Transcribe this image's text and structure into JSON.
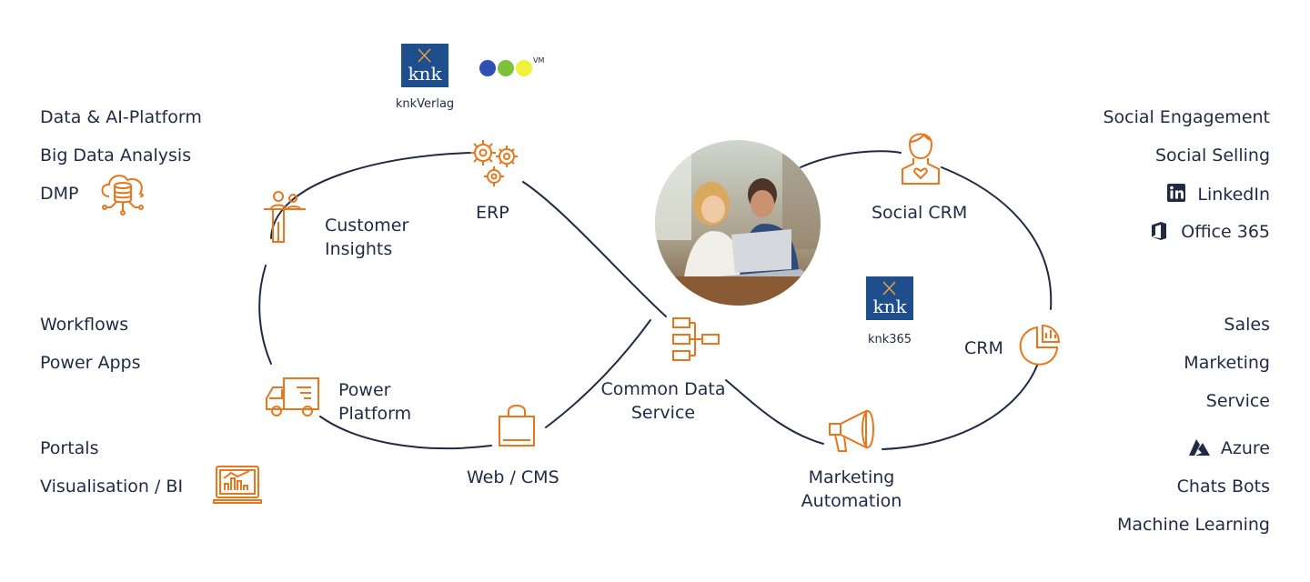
{
  "left_lists": {
    "top": [
      "Data & AI-Platform",
      "Big Data Analysis",
      "DMP"
    ],
    "middle": [
      "Workflows",
      "Power Apps"
    ],
    "bottom": [
      "Portals",
      "Visualisation / BI"
    ]
  },
  "right_lists": {
    "top": [
      "Social Engagement",
      "Social Selling",
      "LinkedIn",
      "Office 365"
    ],
    "middle": [
      "Sales",
      "Marketing",
      "Service"
    ],
    "bottom": [
      "Azure",
      "Chats Bots",
      "Machine Learning"
    ]
  },
  "nodes": {
    "customer_insights": "Customer\nInsights",
    "erp": "ERP",
    "power_platform": "Power\nPlatform",
    "web_cms": "Web / CMS",
    "common_data_service": "Common Data\nService",
    "social_crm": "Social CRM",
    "crm": "CRM",
    "marketing_automation": "Marketing\nAutomation"
  },
  "logos": {
    "knk_verlag": "knkVerlag",
    "knk365": "knk365",
    "knk_mark": "knk",
    "vm_mark": "VM"
  },
  "colors": {
    "accent": "#e8761c",
    "text": "#1f2a44",
    "line": "#1f2a44",
    "knk_blue": "#1f4e8c",
    "dot_blue": "#2f4fb5",
    "dot_green": "#7cc23a",
    "dot_yellow": "#eef03a"
  }
}
